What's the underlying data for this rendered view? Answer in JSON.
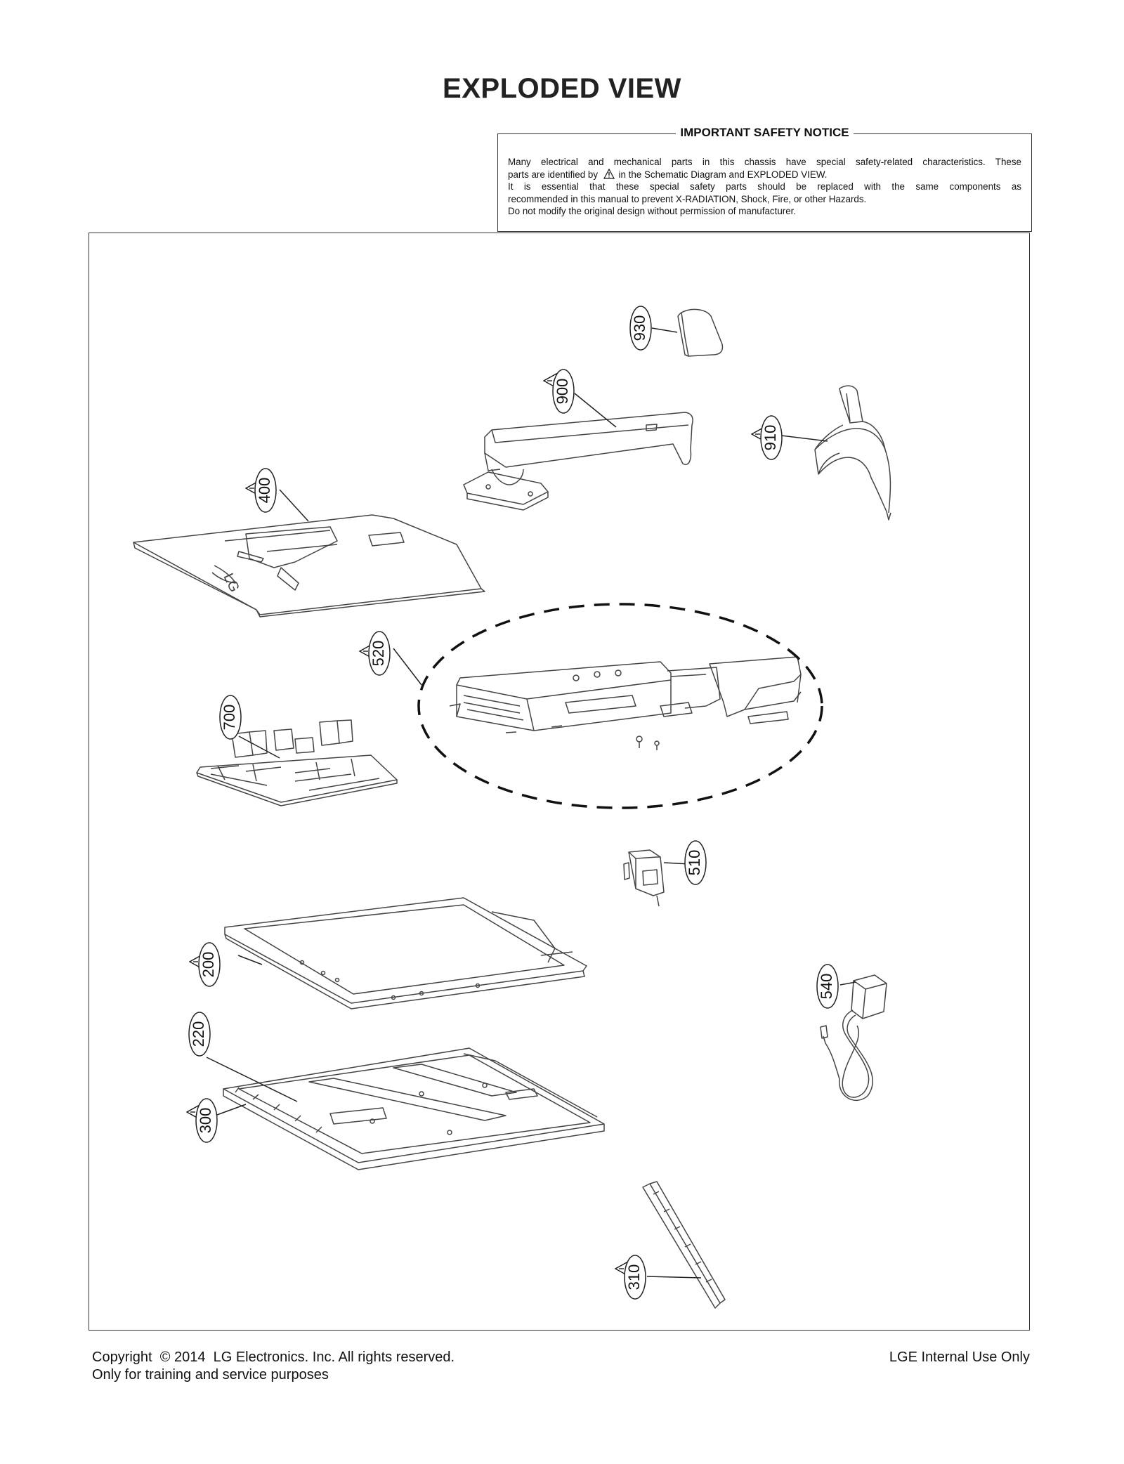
{
  "page": {
    "title": "EXPLODED VIEW"
  },
  "safety_notice": {
    "title": "IMPORTANT SAFETY NOTICE",
    "line1": "Many electrical and mechanical parts in this chassis have special safety-related characteristics. These",
    "line2_before_icon": "parts are identified by",
    "line2_after_icon": "in the Schematic Diagram and EXPLODED VIEW.",
    "line3": "It is essential that these special safety parts should be replaced with the same components as",
    "line4": "recommended in this manual to prevent X-RADIATION, Shock, Fire, or other Hazards.",
    "line5": "Do not modify the original design without permission of manufacturer."
  },
  "parts": [
    {
      "number": "930",
      "safety": false
    },
    {
      "number": "900",
      "safety": true
    },
    {
      "number": "910",
      "safety": true
    },
    {
      "number": "400",
      "safety": true
    },
    {
      "number": "520",
      "safety": true
    },
    {
      "number": "700",
      "safety": false
    },
    {
      "number": "510",
      "safety": false
    },
    {
      "number": "200",
      "safety": true
    },
    {
      "number": "540",
      "safety": false
    },
    {
      "number": "220",
      "safety": false
    },
    {
      "number": "300",
      "safety": true
    },
    {
      "number": "310",
      "safety": true
    }
  ],
  "footer": {
    "copyright": "Copyright  © 2014  LG Electronics. Inc. All rights reserved.",
    "purpose": "Only for training and service purposes",
    "internal": "LGE Internal Use Only"
  }
}
